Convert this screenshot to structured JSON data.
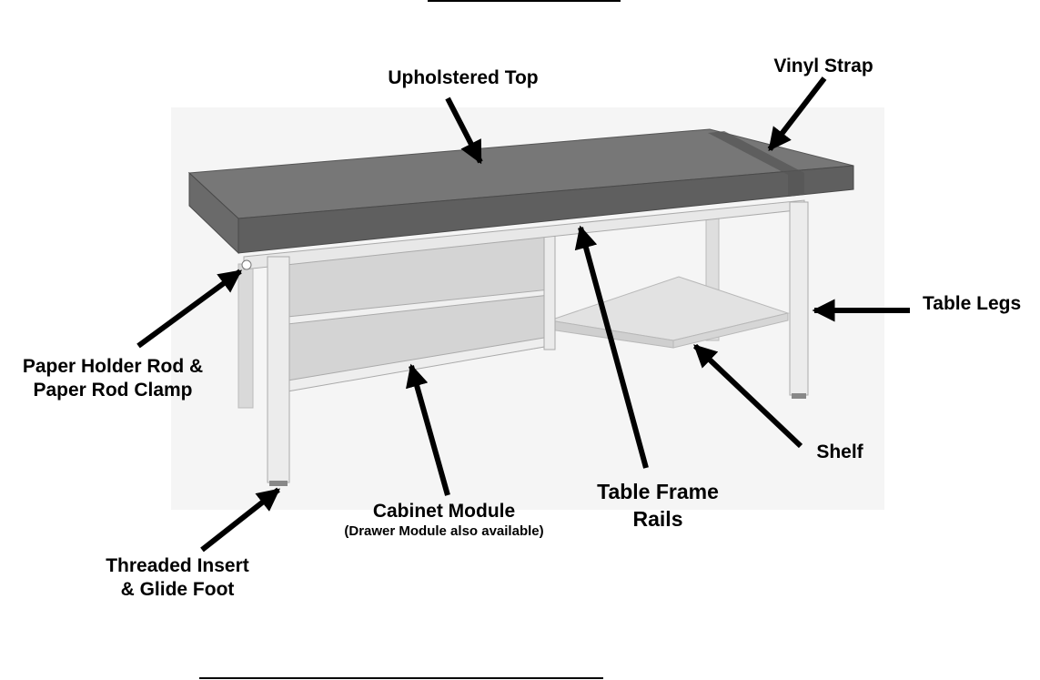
{
  "labels": {
    "upholstered_top": "Upholstered Top",
    "vinyl_strap": "Vinyl Strap",
    "table_legs": "Table Legs",
    "paper_holder_line1": "Paper Holder Rod &",
    "paper_holder_line2": "Paper Rod Clamp",
    "shelf": "Shelf",
    "table_frame_line1": "Table Frame",
    "table_frame_line2": "Rails",
    "cabinet_module": "Cabinet Module",
    "cabinet_module_note": "(Drawer Module also available)",
    "threaded_line1": "Threaded Insert",
    "threaded_line2": "& Glide Foot"
  },
  "colors": {
    "cushion": "#6e6e6e",
    "cushion_edge": "#5a5a5a",
    "frame": "#e4e4e4",
    "frame_shadow": "#c9c9c9",
    "background_photo": "#f4f4f4",
    "arrow": "#000000"
  }
}
